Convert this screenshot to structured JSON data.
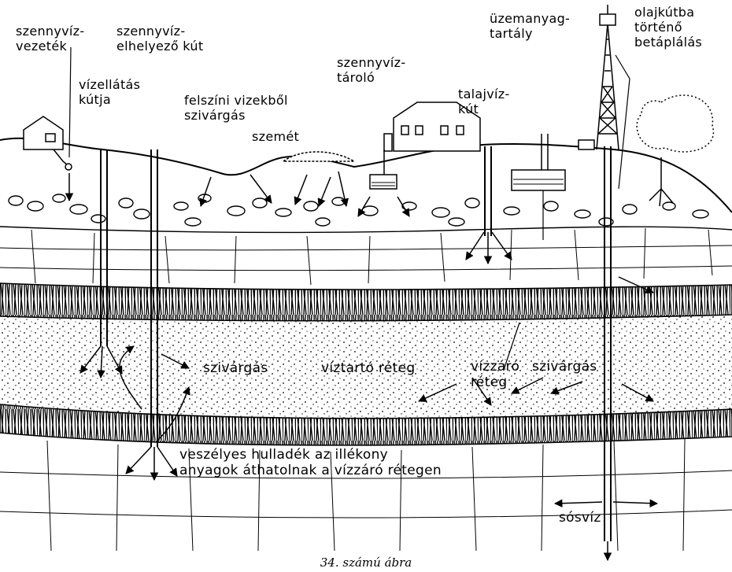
{
  "labels": {
    "sewer_line": [
      "szennyvíz-",
      "vezeték"
    ],
    "sewage_well": [
      "szennyvíz-",
      "elhelyező kút"
    ],
    "supply_well": [
      "vízellátás",
      "kútja"
    ],
    "surface_seepage": [
      "felszíni vizekből",
      "szivárgás"
    ],
    "garbage": "szemét",
    "sewage_tank": [
      "szennyvíz-",
      "tároló"
    ],
    "groundwater_well": [
      "talajvíz-",
      "kút"
    ],
    "fuel_tank": [
      "üzemanyag-",
      "tartály"
    ],
    "oil_well_injection": [
      "olajkútba",
      "történő",
      "betáplálás"
    ],
    "seepage_left": "szivárgás",
    "aquifer": "víztartó réteg",
    "aquitard": [
      "vízzáró",
      "réteg"
    ],
    "seepage_right": "szivárgás",
    "hazardous": [
      "veszélyes hulladék az illékony",
      "anyagok áthatolnak a vízzáró rétegen"
    ],
    "brine": "sósvíz"
  },
  "caption": "34. számú ábra"
}
